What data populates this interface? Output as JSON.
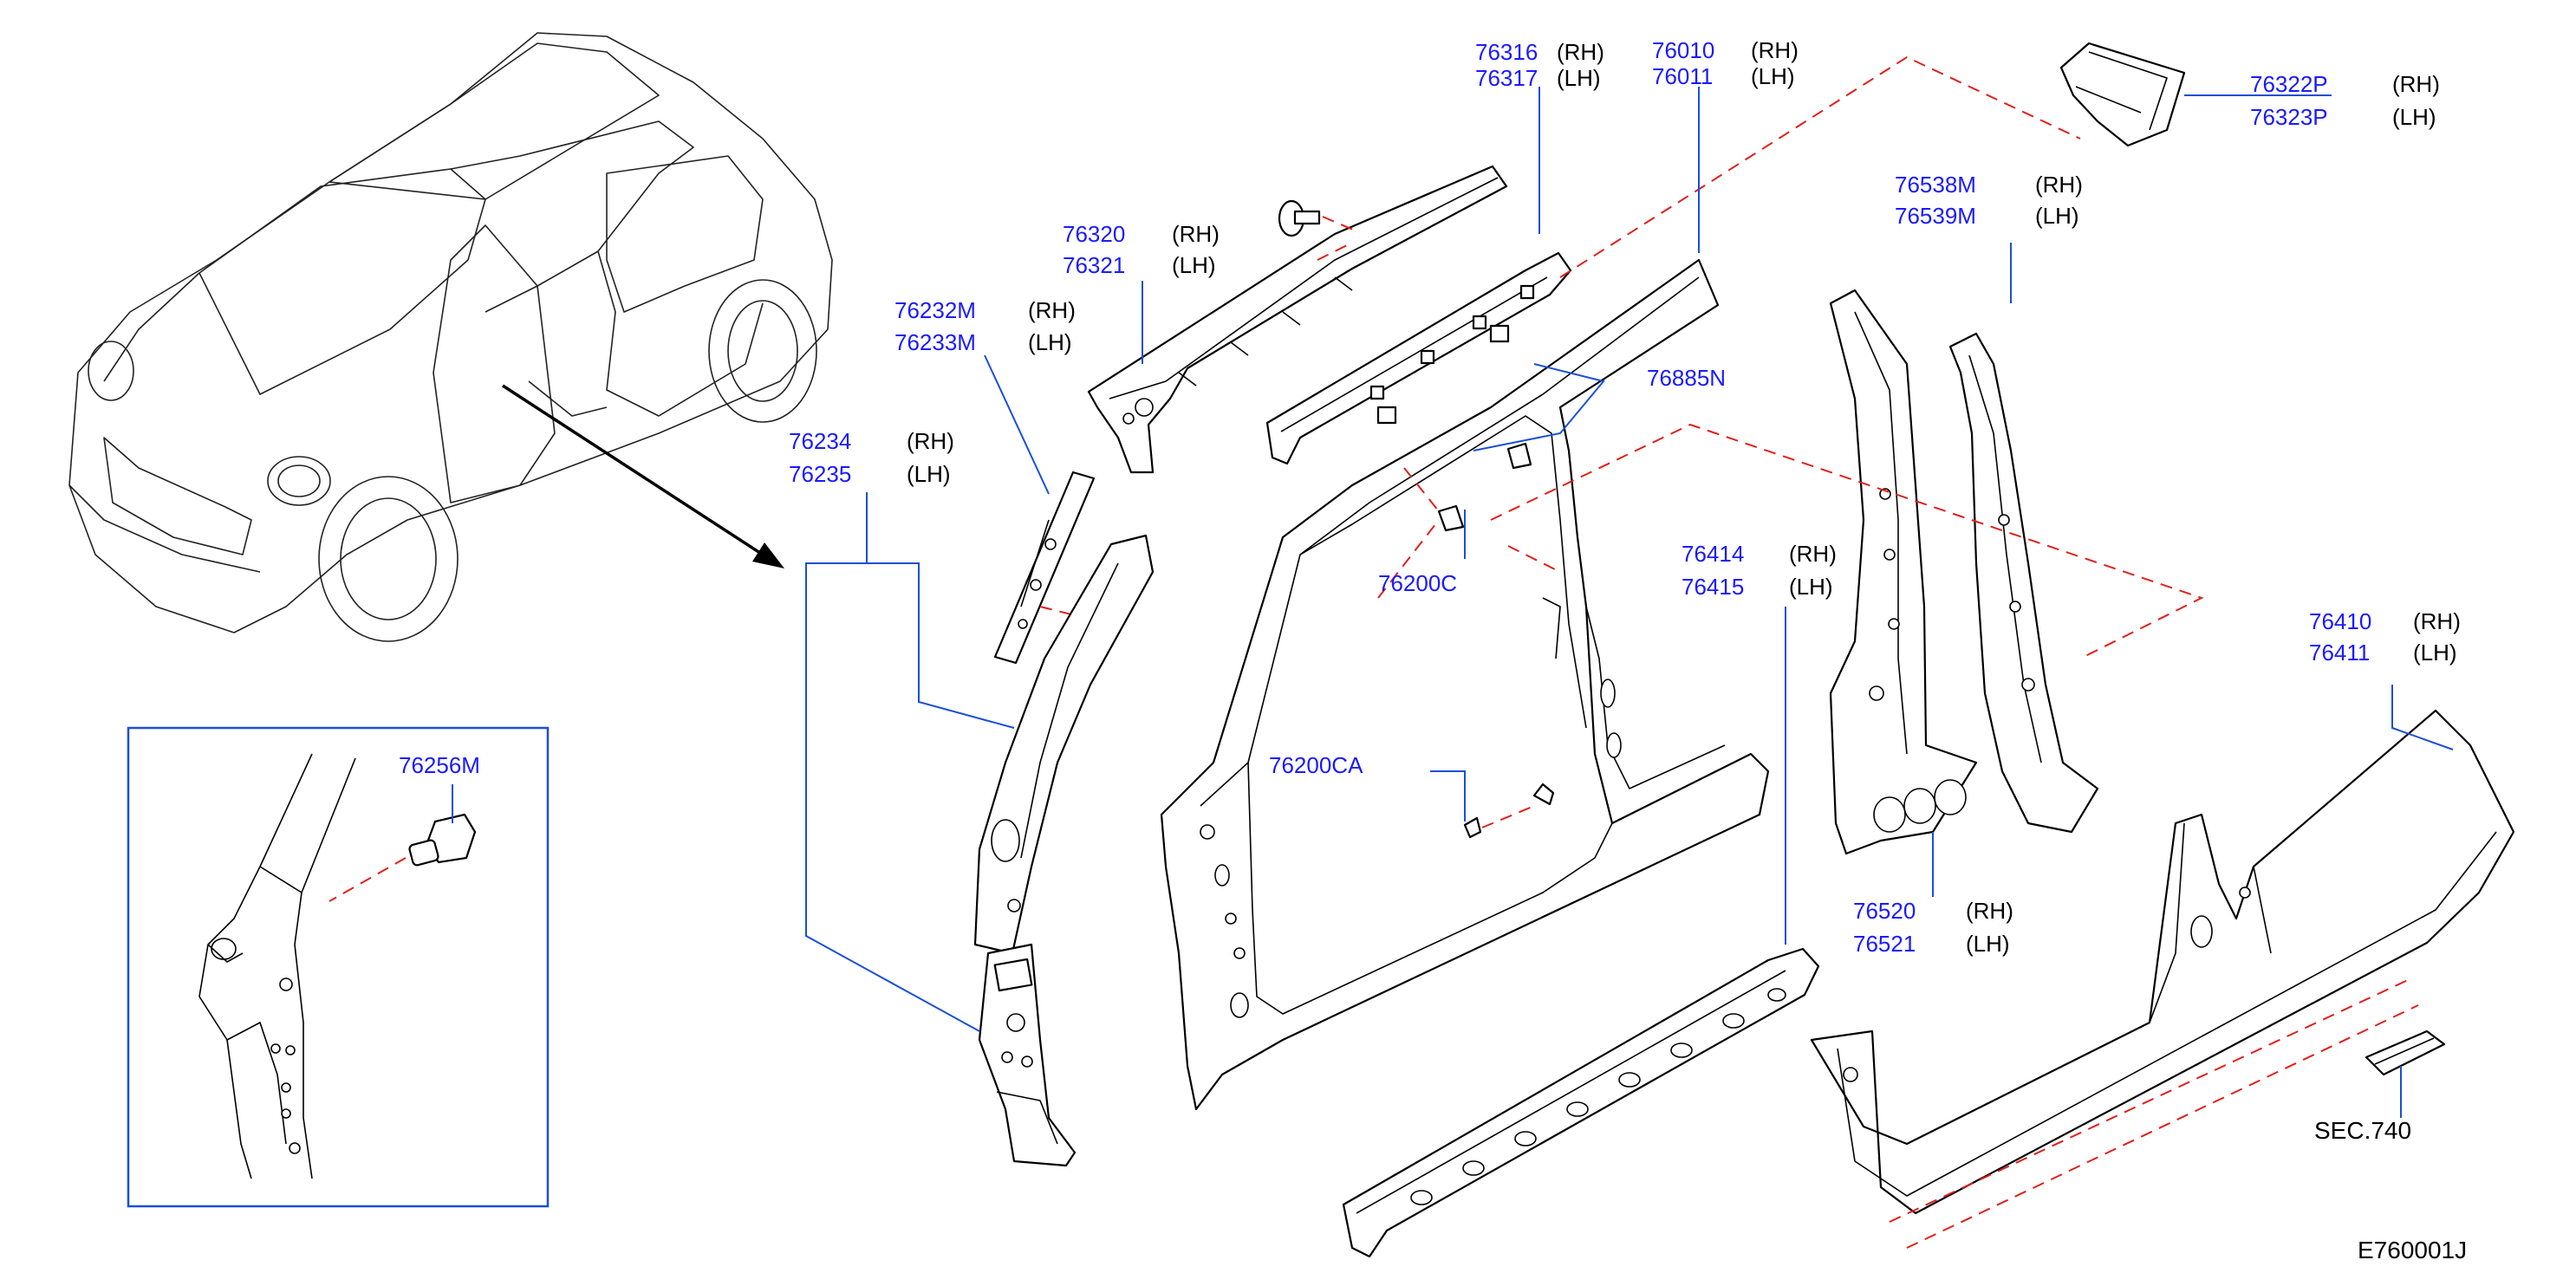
{
  "parts": [
    {
      "id": "p76316",
      "numbers": [
        "76316",
        "76317"
      ],
      "sides": [
        "(RH)",
        "(LH)"
      ]
    },
    {
      "id": "p76010",
      "numbers": [
        "76010",
        "76011"
      ],
      "sides": [
        "(RH)",
        "(LH)"
      ]
    },
    {
      "id": "p76322",
      "numbers": [
        "76322P",
        "76323P"
      ],
      "sides": [
        "(RH)",
        "(LH)"
      ]
    },
    {
      "id": "p76320",
      "numbers": [
        "76320",
        "76321"
      ],
      "sides": [
        "(RH)",
        "(LH)"
      ]
    },
    {
      "id": "p76538",
      "numbers": [
        "76538M",
        "76539M"
      ],
      "sides": [
        "(RH)",
        "(LH)"
      ]
    },
    {
      "id": "p76232",
      "numbers": [
        "76232M",
        "76233M"
      ],
      "sides": [
        "(RH)",
        "(LH)"
      ]
    },
    {
      "id": "p76885",
      "numbers": [
        "76885N"
      ],
      "sides": []
    },
    {
      "id": "p76234",
      "numbers": [
        "76234",
        "76235"
      ],
      "sides": [
        "(RH)",
        "(LH)"
      ]
    },
    {
      "id": "p76200c",
      "numbers": [
        "76200C"
      ],
      "sides": []
    },
    {
      "id": "p76414",
      "numbers": [
        "76414",
        "76415"
      ],
      "sides": [
        "(RH)",
        "(LH)"
      ]
    },
    {
      "id": "p76410",
      "numbers": [
        "76410",
        "76411"
      ],
      "sides": [
        "(RH)",
        "(LH)"
      ]
    },
    {
      "id": "p76256",
      "numbers": [
        "76256M"
      ],
      "sides": []
    },
    {
      "id": "p76200ca",
      "numbers": [
        "76200CA"
      ],
      "sides": []
    },
    {
      "id": "p76520",
      "numbers": [
        "76520",
        "76521"
      ],
      "sides": [
        "(RH)",
        "(LH)"
      ]
    }
  ],
  "section_ref": "SEC.740",
  "diagram_code": "E760001J",
  "colors": {
    "part_number": "#1a1aff",
    "leader": "#1a4fd6",
    "phantom": "#e0201a",
    "outline": "#000000"
  }
}
